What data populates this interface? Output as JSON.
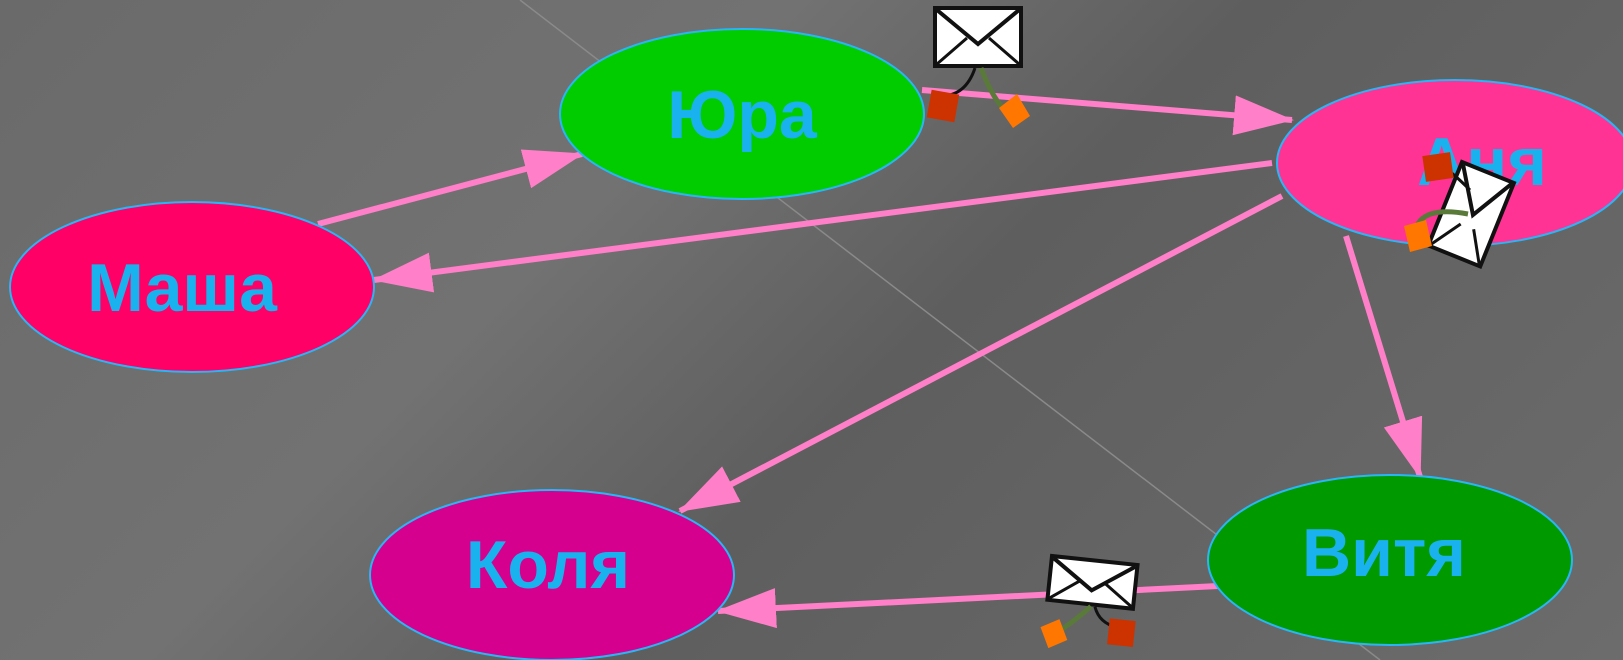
{
  "diagram": {
    "type": "directed-graph",
    "edge_color": "#ff7fc8",
    "node_label_color": "#1ab2ee",
    "node_border_color": "#29b6f6",
    "nodes": [
      {
        "id": "yura",
        "label": "Юра",
        "color": "#00cc00"
      },
      {
        "id": "anya",
        "label": "Аня",
        "color": "#ff3393"
      },
      {
        "id": "masha",
        "label": "Маша",
        "color": "#ff0066"
      },
      {
        "id": "kolya",
        "label": "Коля",
        "color": "#d6008f"
      },
      {
        "id": "vitya",
        "label": "Витя",
        "color": "#009900"
      }
    ],
    "edges": [
      {
        "from": "masha",
        "to": "yura"
      },
      {
        "from": "yura",
        "to": "anya"
      },
      {
        "from": "anya",
        "to": "masha"
      },
      {
        "from": "anya",
        "to": "kolya"
      },
      {
        "from": "anya",
        "to": "vitya"
      },
      {
        "from": "vitya",
        "to": "kolya"
      }
    ],
    "envelope_icons": [
      "envelope-icon",
      "envelope-icon",
      "envelope-icon"
    ]
  }
}
